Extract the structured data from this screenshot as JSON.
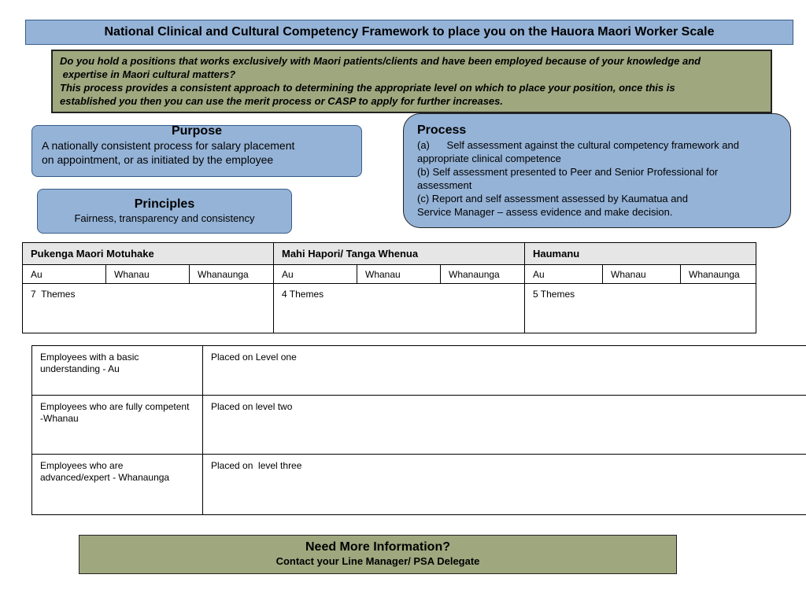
{
  "title": "National Clinical and Cultural Competency Framework to place you on the Hauora Maori Worker Scale",
  "intro": {
    "line1": "Do you hold a positions that works exclusively with Maori patients/clients and have been employed because of your knowledge and",
    "line2": " expertise in Maori cultural matters?",
    "line3": "This  process provides a consistent approach to determining the appropriate level on which to place your position, once this is",
    "line4": "established you then you can use  the merit process or CASP to apply for further increases."
  },
  "purpose": {
    "title": "Purpose",
    "line1": "A nationally consistent process for salary  placement",
    "line2": "on appointment, or as initiated by the employee"
  },
  "principles": {
    "title": "Principles",
    "text": "Fairness,  transparency and consistency"
  },
  "process": {
    "title": "Process",
    "lines": [
      "(a)      Self assessment against the cultural competency framework and",
      "appropriate clinical competence",
      "(b) Self assessment presented to Peer and Senior Professional for",
      "assessment",
      "(c) Report and self assessment assessed by Kaumatua and",
      "Service Manager – assess evidence  and make decision."
    ]
  },
  "competency_table": {
    "groups": [
      {
        "name": "Pukenga Maori Motuhake",
        "levels": [
          "Au",
          "Whanau",
          "Whanaunga"
        ],
        "themes": "7  Themes"
      },
      {
        "name": "Mahi Hapori/ Tanga Whenua",
        "levels": [
          "Au",
          "Whanau",
          "Whanaunga"
        ],
        "themes": "4 Themes"
      },
      {
        "name": "Haumanu",
        "levels": [
          "Au",
          "Whanau",
          "Whanaunga"
        ],
        "themes": "5 Themes"
      }
    ]
  },
  "level_table": {
    "rows": [
      {
        "employee": "Employees with a basic understanding - Au",
        "placement": "Placed on Level one"
      },
      {
        "employee": "Employees who are fully competent  -Whanau",
        "placement": "Placed on level two"
      },
      {
        "employee": "Employees who are advanced/expert - Whanaunga",
        "placement": "Placed on  level three"
      }
    ]
  },
  "info": {
    "title": "Need More Information?",
    "subtitle": "Contact your Line Manager/ PSA Delegate"
  }
}
